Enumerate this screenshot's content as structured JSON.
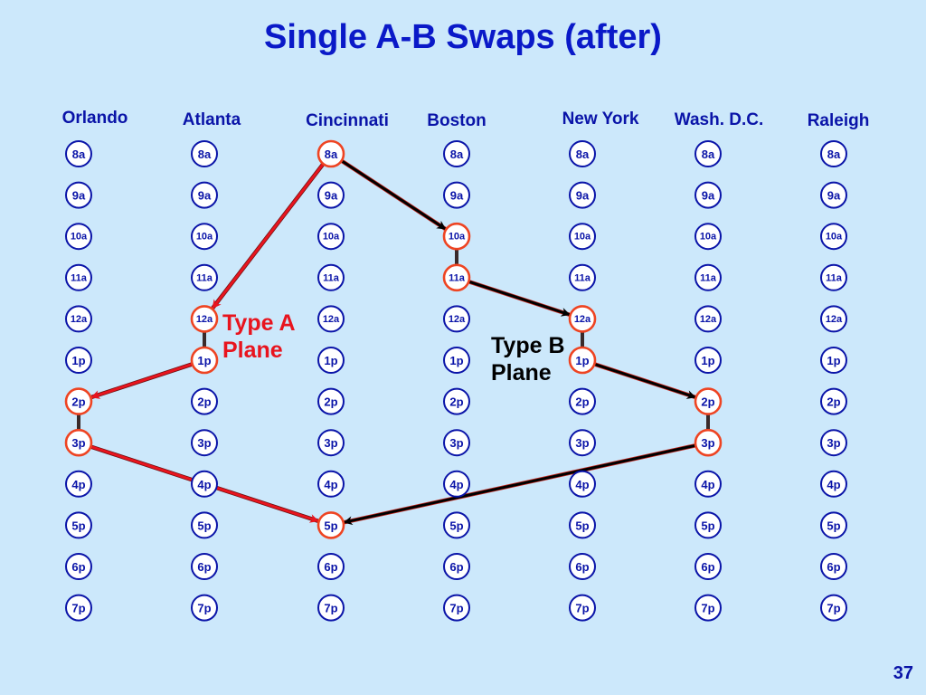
{
  "title": "Single A-B Swaps (after)",
  "cities": [
    "Orlando",
    "Atlanta",
    "Cincinnati",
    "Boston",
    "New York",
    "Wash. D.C.",
    "Raleigh"
  ],
  "times": [
    "8a",
    "9a",
    "10a",
    "11a",
    "12a",
    "1p",
    "2p",
    "3p",
    "4p",
    "5p",
    "6p",
    "7p"
  ],
  "type_a_label": "Type A Plane",
  "type_b_label": "Type B Plane",
  "type_a_line1": "Type A",
  "type_a_line2": "Plane",
  "type_b_line1": "Type B",
  "type_b_line2": "Plane",
  "page_number": "37",
  "colors": {
    "background": "#cce8fb",
    "title": "#0a19c8",
    "node_stroke": "#0a14a8",
    "highlight": "#ee4422",
    "type_a": "#e8141e",
    "type_b": "#000000"
  },
  "highlighted_nodes": [
    {
      "city": "Cincinnati",
      "time": "8a"
    },
    {
      "city": "Atlanta",
      "time": "12a"
    },
    {
      "city": "Atlanta",
      "time": "1p"
    },
    {
      "city": "Orlando",
      "time": "2p"
    },
    {
      "city": "Orlando",
      "time": "3p"
    },
    {
      "city": "Cincinnati",
      "time": "5p"
    },
    {
      "city": "Boston",
      "time": "10a"
    },
    {
      "city": "Boston",
      "time": "11a"
    },
    {
      "city": "New York",
      "time": "12a"
    },
    {
      "city": "New York",
      "time": "1p"
    },
    {
      "city": "Wash. D.C.",
      "time": "2p"
    },
    {
      "city": "Wash. D.C.",
      "time": "3p"
    }
  ],
  "flights": [
    {
      "plane": "A",
      "from": {
        "city": "Cincinnati",
        "time": "8a"
      },
      "to": {
        "city": "Atlanta",
        "time": "12a"
      }
    },
    {
      "plane": "A",
      "from": {
        "city": "Atlanta",
        "time": "1p"
      },
      "to": {
        "city": "Orlando",
        "time": "2p"
      }
    },
    {
      "plane": "A",
      "from": {
        "city": "Orlando",
        "time": "3p"
      },
      "to": {
        "city": "Cincinnati",
        "time": "5p"
      }
    },
    {
      "plane": "B",
      "from": {
        "city": "Cincinnati",
        "time": "8a"
      },
      "to": {
        "city": "Boston",
        "time": "10a"
      }
    },
    {
      "plane": "B",
      "from": {
        "city": "Boston",
        "time": "11a"
      },
      "to": {
        "city": "New York",
        "time": "12a"
      }
    },
    {
      "plane": "B",
      "from": {
        "city": "New York",
        "time": "1p"
      },
      "to": {
        "city": "Wash. D.C.",
        "time": "2p"
      }
    },
    {
      "plane": "B",
      "from": {
        "city": "Wash. D.C.",
        "time": "3p"
      },
      "to": {
        "city": "Cincinnati",
        "time": "5p"
      }
    }
  ],
  "ground_links": [
    {
      "city": "Atlanta",
      "from": "12a",
      "to": "1p"
    },
    {
      "city": "Orlando",
      "from": "2p",
      "to": "3p"
    },
    {
      "city": "Boston",
      "from": "10a",
      "to": "11a"
    },
    {
      "city": "New York",
      "from": "12a",
      "to": "1p"
    },
    {
      "city": "Wash. D.C.",
      "from": "2p",
      "to": "3p"
    }
  ]
}
